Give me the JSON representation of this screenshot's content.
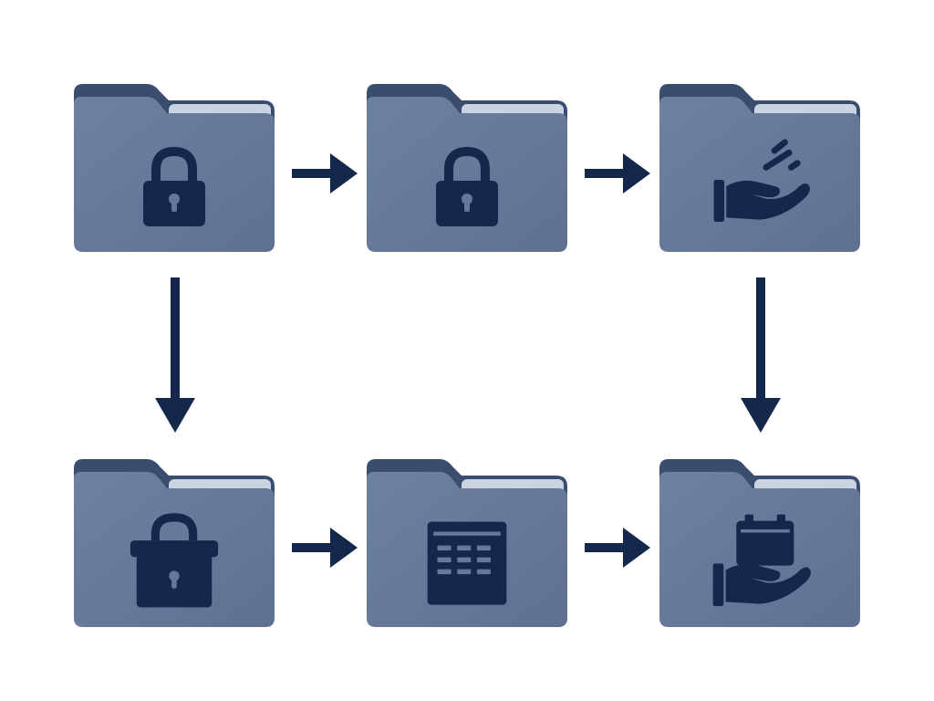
{
  "colors": {
    "background": "#ffffff",
    "folder_body": "#66779a",
    "folder_body_light": "#7284a6",
    "folder_tab": "#3a4d6e",
    "folder_paper": "#c9d3e2",
    "icon": "#14284b",
    "arrow": "#14284b"
  },
  "nodes": [
    {
      "id": "top-left",
      "icon": "padlock-icon"
    },
    {
      "id": "top-middle",
      "icon": "padlock-icon"
    },
    {
      "id": "top-right",
      "icon": "open-hand-icon"
    },
    {
      "id": "bottom-left",
      "icon": "lockable-box-icon"
    },
    {
      "id": "bottom-middle",
      "icon": "calendar-grid-icon"
    },
    {
      "id": "bottom-right",
      "icon": "hand-holding-box-icon"
    }
  ],
  "edges": [
    {
      "from": "top-left",
      "to": "top-middle"
    },
    {
      "from": "top-middle",
      "to": "top-right"
    },
    {
      "from": "top-left",
      "to": "bottom-left"
    },
    {
      "from": "top-right",
      "to": "bottom-right"
    },
    {
      "from": "bottom-left",
      "to": "bottom-middle"
    },
    {
      "from": "bottom-middle",
      "to": "bottom-right"
    }
  ]
}
